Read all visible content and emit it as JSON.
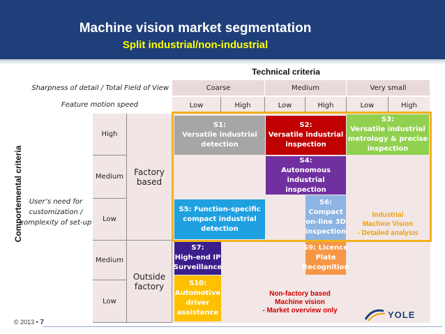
{
  "header": {
    "title": "Machine vision market segmentation",
    "subtitle": "Split industrial/non-industrial"
  },
  "technical_criteria": "Technical criteria",
  "rows": {
    "sharpness_label": "Sharpness of detail / Total Field of View",
    "motion_label": "Feature motion speed",
    "coarse": "Coarse",
    "medium": "Medium",
    "very_small": "Very small",
    "speeds": [
      "Low",
      "High",
      "Low",
      "High",
      "Low",
      "High"
    ]
  },
  "left": {
    "axis_label": "Comportemental criteria",
    "user_need": "User’s need for customization / complexity of set-up",
    "factory": "Factory based",
    "outside": "Outside factory",
    "factory_levels": [
      "High",
      "Medium",
      "Low"
    ],
    "outside_levels": [
      "Medium",
      "Low"
    ]
  },
  "segments": {
    "s1": "S1:\nVersatile industrial detection",
    "s2": "S2:\nVersatile industrial inspection",
    "s3": "S3:\nVersatile industrial metrology & precise inspection",
    "s4": "S4:\nAutonomous industrial inspection",
    "s5": "S5: Function-specific compact industrial detection",
    "s6": "S6:\nCompact on-line 3D inspection",
    "s7": "S7:\nHigh-end IP Surveillance",
    "s9": "S9: Licence Plate Recognition",
    "s10": "S10:\nAutomotive driver assistance"
  },
  "notes": {
    "industrial": "Industrial\nMachine Vision\n- Detailed analysis",
    "nonfactory": "Non-factory based\nMachine vision\n- Market overview only"
  },
  "footer": {
    "copyright": "© 2013 •",
    "page": "7",
    "logo": "YOLE"
  },
  "colors": {
    "header": "#1f3f7a",
    "s1": "#a6a6a6",
    "s2": "#c00000",
    "s3": "#92d050",
    "s4": "#7030a0",
    "s5": "#1fa0e0",
    "s6": "#8db4e2",
    "s7": "#3a1e8c",
    "s9": "#f79646",
    "s10": "#ffc000",
    "outline": "#f0b21a"
  }
}
